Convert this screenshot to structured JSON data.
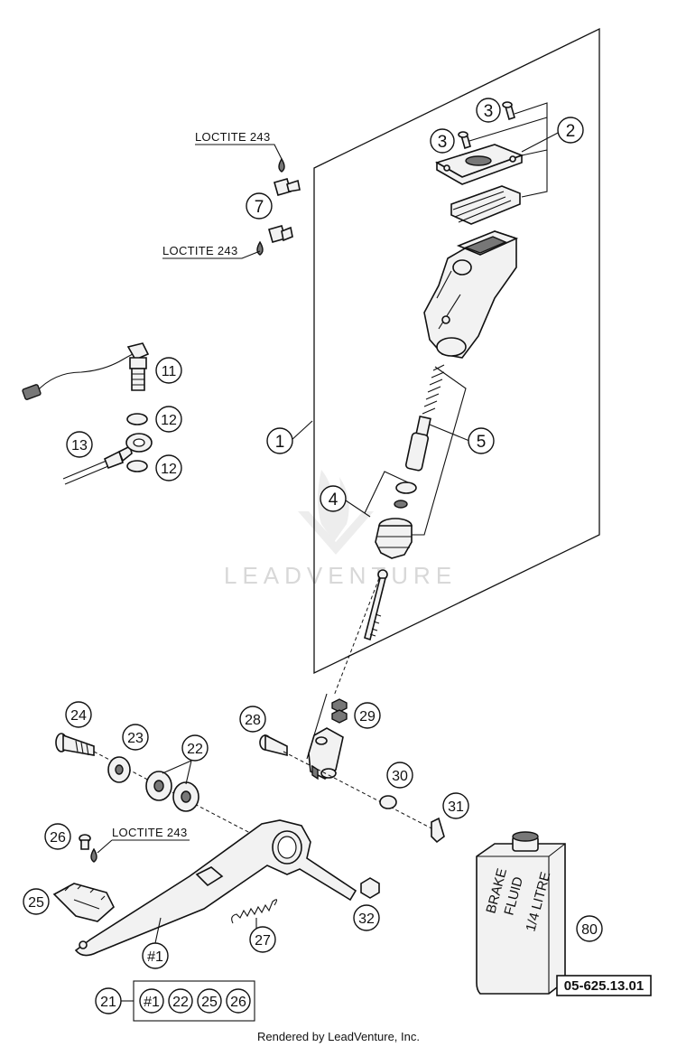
{
  "diagram": {
    "reference_code": "05-625.13.01",
    "credit": "Rendered by LeadVenture, Inc.",
    "watermark": "LEADVENTURE",
    "notes": {
      "loctite": "LOCTITE 243"
    },
    "bottle": {
      "line1": "BRAKE",
      "line2": "FLUID",
      "line3": "1/4 LITRE"
    },
    "callouts": {
      "p1": "1",
      "p2": "2",
      "p3a": "3",
      "p3b": "3",
      "p4": "4",
      "p5": "5",
      "p7": "7",
      "p11": "11",
      "p12a": "12",
      "p12b": "12",
      "p13": "13",
      "p21": "21",
      "p22": "22",
      "p23": "23",
      "p24": "24",
      "p25": "25",
      "p26": "26",
      "p27": "27",
      "p28": "28",
      "p29": "29",
      "p30": "30",
      "p31": "31",
      "p32": "32",
      "p80": "80",
      "ph1": "#1"
    },
    "kit": [
      "#1",
      "22",
      "25",
      "26"
    ]
  }
}
